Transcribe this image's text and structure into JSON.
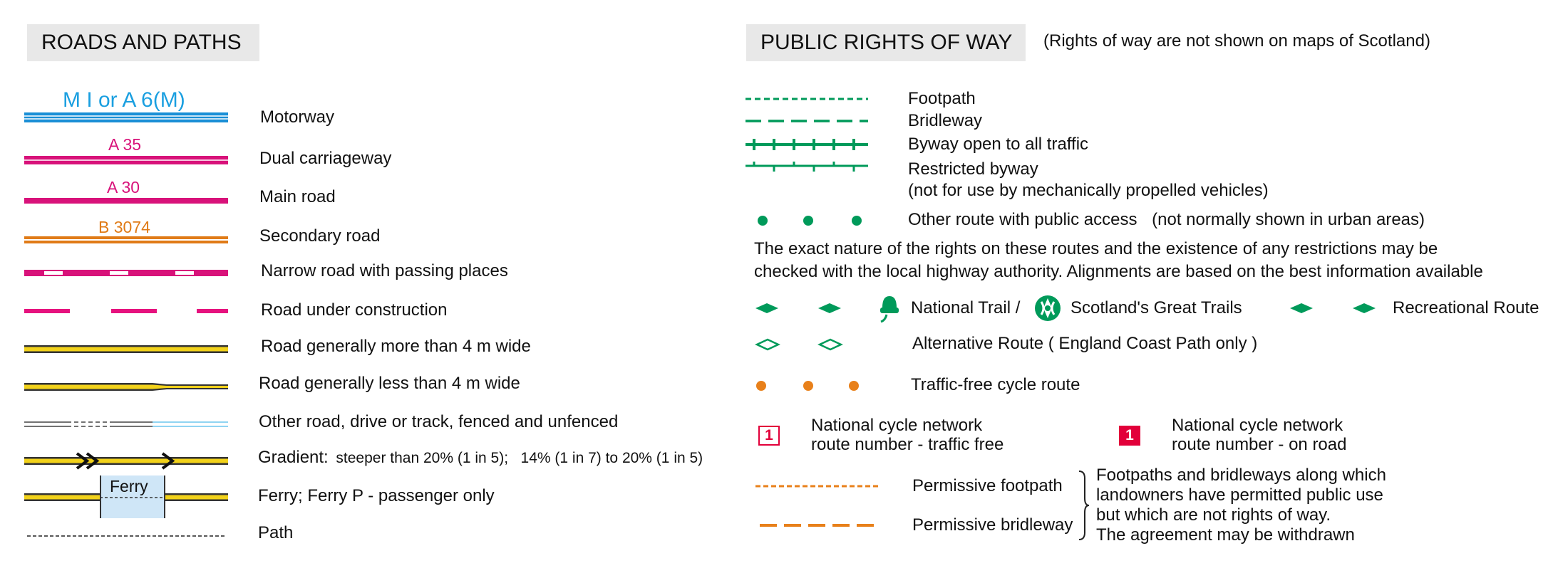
{
  "roads": {
    "header": "ROADS AND PATHS",
    "motorway_label": "M I or A 6(M)",
    "dual_label": "A 35",
    "main_label": "A 30",
    "secondary_label": "B 3074",
    "ferry_label": "Ferry",
    "items": [
      "Motorway",
      "Dual carriageway",
      "Main road",
      "Secondary road",
      "Narrow road with passing places",
      "Road under construction",
      "Road generally more than 4 m wide",
      "Road generally less than 4 m wide",
      "Other road, drive or track, fenced and unfenced",
      "Gradient:",
      "Ferry;  Ferry P - passenger only",
      "Path"
    ],
    "gradient_detail": "steeper than 20% (1 in 5);   14% (1 in 7) to 20% (1 in 5)"
  },
  "prow": {
    "header": "PUBLIC RIGHTS OF WAY",
    "note": "(Rights of way are not shown on maps of Scotland)",
    "footpath": "Footpath",
    "bridleway": "Bridleway",
    "byway": "Byway open to all traffic",
    "restricted_byway": "Restricted byway",
    "restricted_note": "(not for use by mechanically propelled vehicles)",
    "other_route": "Other route with public access",
    "other_route_note": "(not normally shown in urban areas)",
    "paragraph_line1": "The exact nature of the rights on these routes and the existence of any restrictions may be",
    "paragraph_line2": "checked with the local highway authority. Alignments are based on the best information available",
    "national_trail": "National Trail /",
    "scotland_trails": "Scotland's Great Trails",
    "recreational": "Recreational Route",
    "alternative": "Alternative Route  ( England Coast Path only )",
    "cycle_free": "Traffic-free cycle route",
    "ncn_free_line1": "National cycle network",
    "ncn_free_line2": "route number - traffic free",
    "ncn_road_line1": "National cycle network",
    "ncn_road_line2": "route number - on road",
    "ncn_number": "1",
    "permissive_footpath": "Permissive footpath",
    "permissive_bridleway": "Permissive bridleway",
    "permissive_note": [
      "Footpaths and bridleways along which",
      "landowners have permitted public use",
      "but which are not rights of way.",
      "The agreement may be withdrawn"
    ]
  },
  "colors": {
    "motorway": "#1a8fd6",
    "main": "#d8127a",
    "secondary": "#e07b17",
    "yellow": "#f2d21a",
    "prow_green": "#009a5a",
    "permissive": "#e8801a",
    "ncn_red": "#e2003a"
  }
}
